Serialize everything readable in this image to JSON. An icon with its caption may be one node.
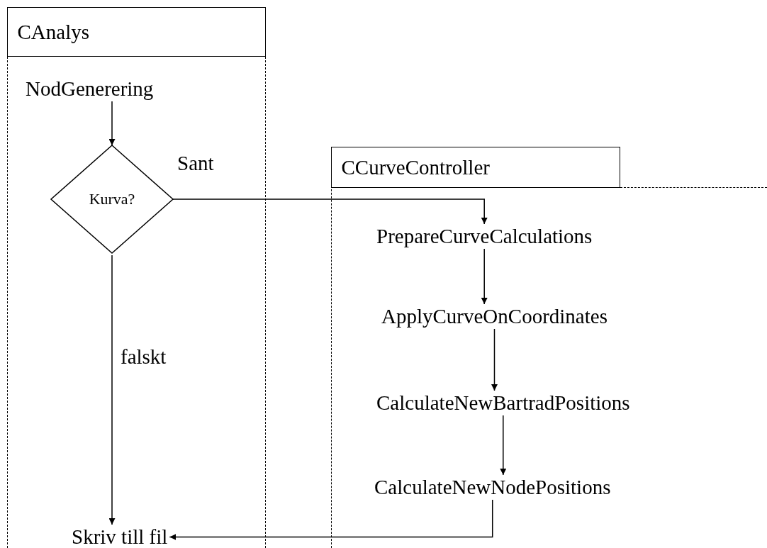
{
  "diagram": {
    "nodes": [
      {
        "text": [
          "CAnalys"
        ]
      },
      {
        "text": [
          "NodGenerering"
        ],
        "in": 0
      },
      {
        "text": [
          "Kurva?"
        ],
        "in": 0
      },
      {
        "text": [
          "Skriv till fil"
        ],
        "in": 0
      },
      {
        "text": [
          "CCurveController"
        ]
      },
      {
        "text": [
          "PrepareCurveCalculations"
        ],
        "in": 4
      },
      {
        "text": [
          "ApplyCurveOnCoordinates"
        ],
        "in": 4
      },
      {
        "text": [
          "CalculateNewBartradPositions"
        ],
        "in": 4
      },
      {
        "text": [
          "CalculateNewNodePositions"
        ],
        "in": 4
      }
    ],
    "edges": [
      {
        "from": 1,
        "to": 2,
        "arrow": "to"
      },
      {
        "from": 2,
        "to": 5,
        "arrow": "to",
        "label": "Sant"
      },
      {
        "from": 2,
        "to": 3,
        "arrow": "to",
        "label": "falskt"
      },
      {
        "from": 5,
        "to": 6,
        "arrow": "to"
      },
      {
        "from": 6,
        "to": 7,
        "arrow": "to"
      },
      {
        "from": 7,
        "to": 8,
        "arrow": "to"
      },
      {
        "from": 8,
        "to": 3,
        "arrow": "to"
      }
    ]
  }
}
